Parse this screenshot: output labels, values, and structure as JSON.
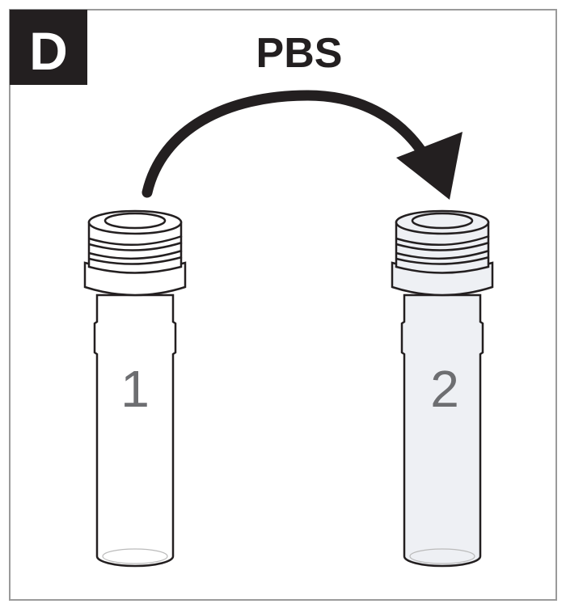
{
  "panel": {
    "letter": "D",
    "title": "PBS"
  },
  "tubes": [
    {
      "label": "1",
      "fill": "#ffffff"
    },
    {
      "label": "2",
      "fill": "#eef0f4"
    }
  ],
  "colors": {
    "stroke": "#231f20",
    "frame": "#9a9a9a",
    "number": "#6d6e71"
  }
}
